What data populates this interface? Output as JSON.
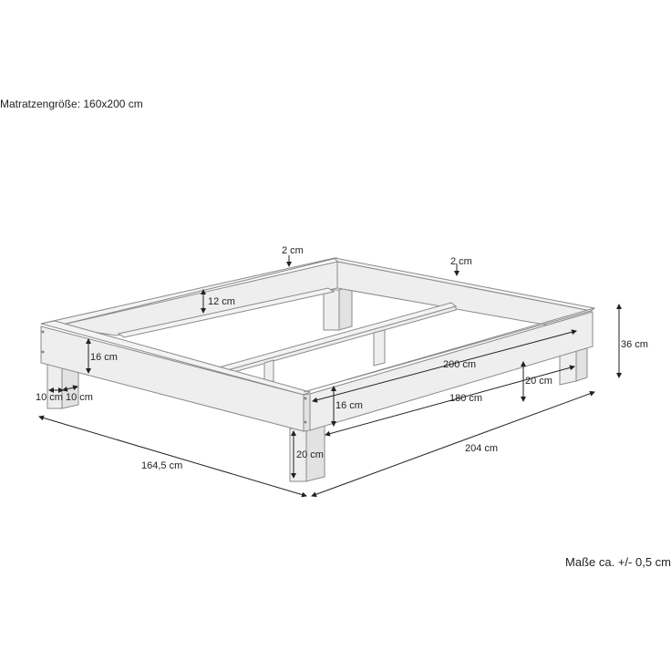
{
  "header": {
    "mattress_size": "Matratzengröße: 160x200 cm"
  },
  "footer": {
    "tolerance_note": "Maße ca. +/- 0,5 cm"
  },
  "dimensions": {
    "top_thickness_left": "2 cm",
    "top_thickness_right": "2 cm",
    "inner_rail_height": "12 cm",
    "frame_height_left": "16 cm",
    "leg_width_a": "10 cm",
    "leg_width_b": "10 cm",
    "overall_width": "164,5 cm",
    "inner_length": "200 cm",
    "leg_spacing": "180 cm",
    "frame_height_front": "16 cm",
    "leg_height_front": "20 cm",
    "leg_height_back": "20 cm",
    "overall_length": "204 cm",
    "total_height": "36 cm"
  },
  "colors": {
    "wood_face": "#eeeeee",
    "wood_shade": "#e2e2e2",
    "outline": "#8a8a8a",
    "dimension_line": "#222222"
  }
}
